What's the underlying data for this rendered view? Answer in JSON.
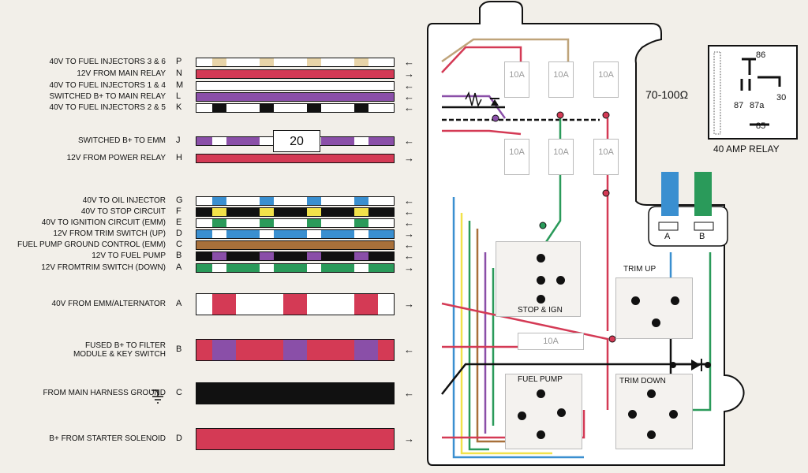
{
  "connector_top": [
    {
      "label": "40V TO FUEL INJECTORS 3 & 6",
      "pin": "P",
      "dir": "out",
      "base": "#ffffff",
      "stripe": "#e8d4a8"
    },
    {
      "label": "12V FROM MAIN RELAY",
      "pin": "N",
      "dir": "in",
      "base": "#d43a55",
      "stripe": ""
    },
    {
      "label": "40V TO FUEL INJECTORS 1 & 4",
      "pin": "M",
      "dir": "out",
      "base": "#ffffff",
      "stripe": ""
    },
    {
      "label": "SWITCHED B+ TO MAIN RELAY",
      "pin": "L",
      "dir": "out",
      "base": "#8a4fa8",
      "stripe": ""
    },
    {
      "label": "40V TO FUEL INJECTORS 2 & 5",
      "pin": "K",
      "dir": "out",
      "base": "#ffffff",
      "stripe": "#111111"
    },
    {
      "label": "SWITCHED B+ TO EMM",
      "pin": "J",
      "dir": "out",
      "base": "#8a4fa8",
      "stripe": "#ffffff"
    },
    {
      "label": "12V FROM POWER RELAY",
      "pin": "H",
      "dir": "in",
      "base": "#d43a55",
      "stripe": ""
    }
  ],
  "fuse_box_20": "20",
  "connector_mid": [
    {
      "label": "40V TO OIL INJECTOR",
      "pin": "G",
      "dir": "out",
      "base": "#ffffff",
      "stripe": "#3a8fd0"
    },
    {
      "label": "40V TO STOP CIRCUIT",
      "pin": "F",
      "dir": "out",
      "base": "#111111",
      "stripe": "#f2e24a"
    },
    {
      "label": "40V TO IGNITION CIRCUIT (EMM)",
      "pin": "E",
      "dir": "out",
      "base": "#ffffff",
      "stripe": "#2a9a5a"
    },
    {
      "label": "12V FROM TRIM SWITCH (UP)",
      "pin": "D",
      "dir": "in",
      "base": "#3a8fd0",
      "stripe": "#ffffff"
    },
    {
      "label": "FUEL PUMP GROUND CONTROL (EMM)",
      "pin": "C",
      "dir": "out",
      "base": "#a8703a",
      "stripe": ""
    },
    {
      "label": "12V TO FUEL PUMP",
      "pin": "B",
      "dir": "out",
      "base": "#111111",
      "stripe": "#8a4fa8"
    },
    {
      "label": "12V FROMTRIM SWITCH (DOWN)",
      "pin": "A",
      "dir": "in",
      "base": "#2a9a5a",
      "stripe": "#ffffff"
    }
  ],
  "connector_bottom": [
    {
      "label": "40V FROM EMM/ALTERNATOR",
      "pin": "A",
      "dir": "in",
      "base": "#ffffff",
      "stripe": "#d43a55"
    },
    {
      "label_lines": [
        "FUSED B+ TO FILTER",
        "MODULE & KEY SWITCH"
      ],
      "pin": "B",
      "dir": "out",
      "base": "#d43a55",
      "stripe": "#8a4fa8"
    },
    {
      "label": "FROM MAIN HARNESS GROUND",
      "pin": "C",
      "dir": "out",
      "base": "#111111",
      "stripe": ""
    },
    {
      "label": "B+ FROM STARTER SOLENOID",
      "pin": "D",
      "dir": "in",
      "base": "#d43a55",
      "stripe": ""
    }
  ],
  "fuses": [
    "10A",
    "10A",
    "10A",
    "10A",
    "10A",
    "10A"
  ],
  "fuse_bottom": "10A",
  "switches": {
    "stop_ign": "STOP & IGN",
    "trim_up": "TRIM UP",
    "fuel_pump": "FUEL PUMP",
    "trim_down": "TRIM DOWN"
  },
  "connector_ab": [
    "A",
    "B"
  ],
  "relay": {
    "resistance": "70-100Ω",
    "title": "40 AMP RELAY",
    "pins": [
      "86",
      "87",
      "87a",
      "30",
      "85"
    ]
  },
  "colors": {
    "red": "#d43a55",
    "purple": "#8a4fa8",
    "blue": "#3a8fd0",
    "green": "#2a9a5a",
    "black": "#111111",
    "yellow": "#f2e24a",
    "brown": "#a8703a"
  }
}
